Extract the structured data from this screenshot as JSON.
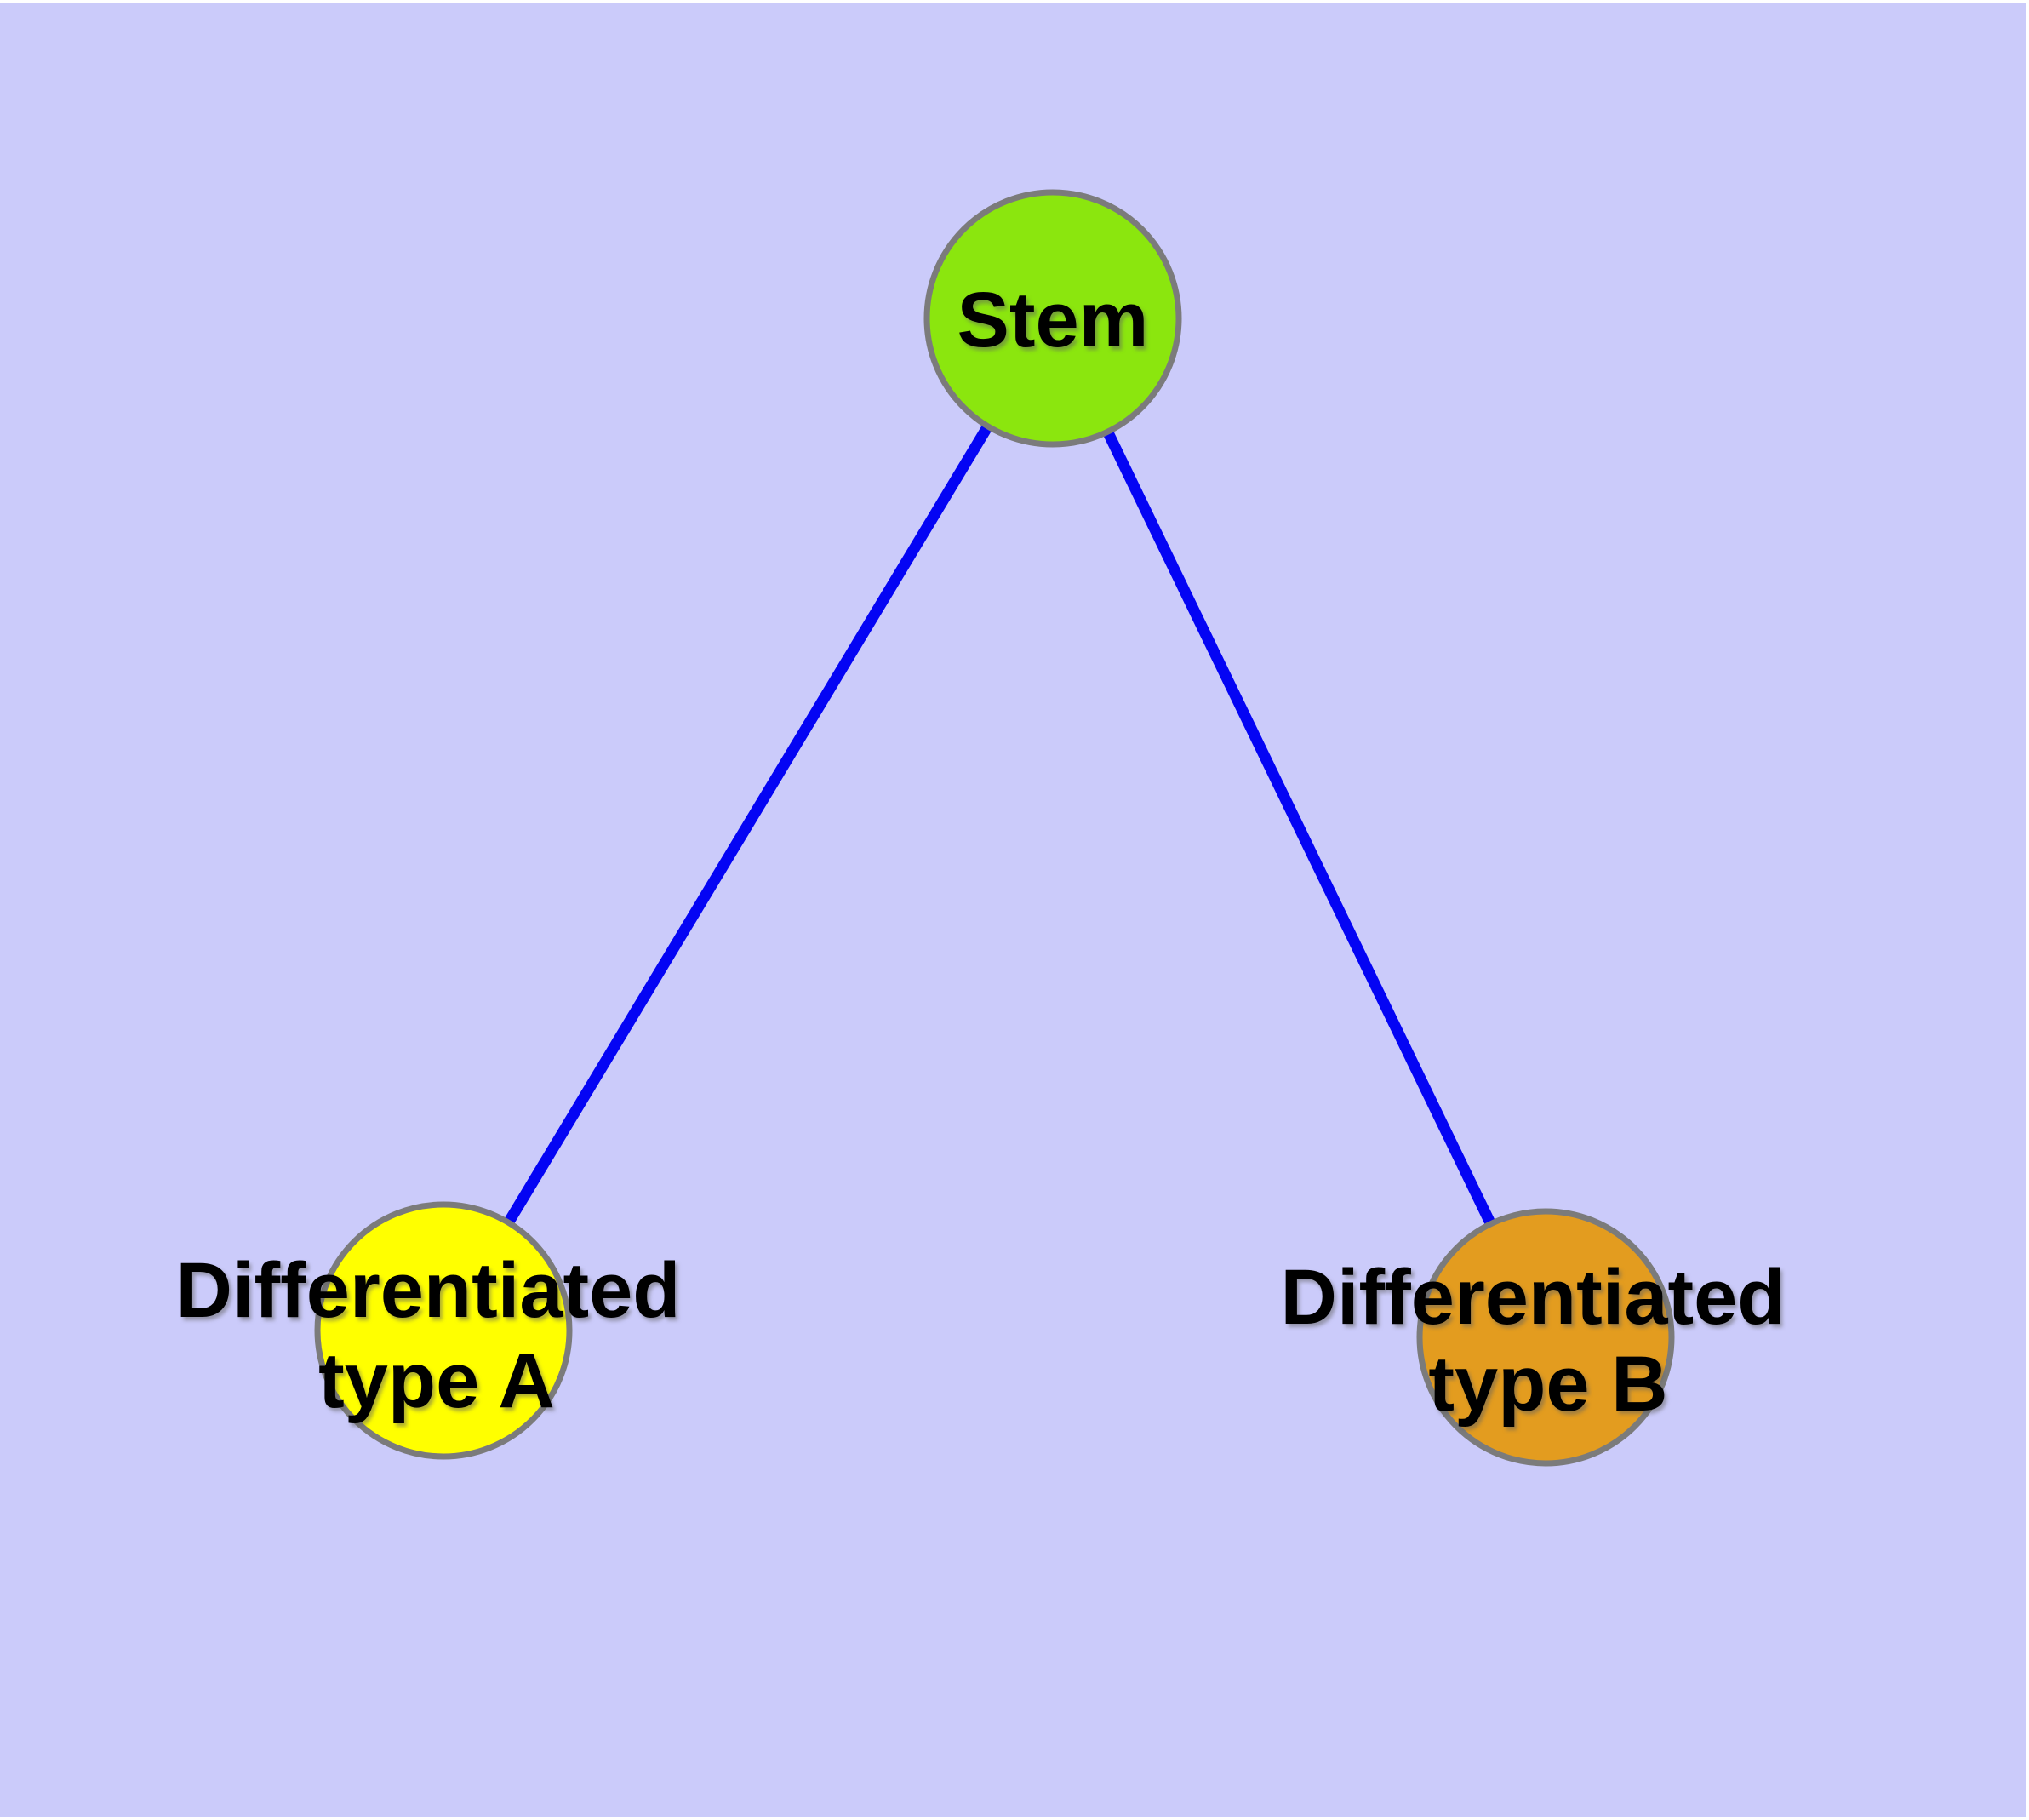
{
  "diagram": {
    "type": "graph",
    "background_color": "#CBCBFA",
    "page_margin_color": "#FFFFFF",
    "node_border_color": "#7B7B7B",
    "edge_color": "#0404F4",
    "label_color": "#000000",
    "nodes": [
      {
        "id": "stem",
        "label": "Stem",
        "fill": "#8BE60E"
      },
      {
        "id": "differentiated-type-a",
        "label_line1": "Differentiated",
        "label_line2": "type A",
        "fill": "#FFFF00"
      },
      {
        "id": "differentiated-type-b",
        "label_line1": "Differentiated",
        "label_line2": "type B",
        "fill": "#E39C1F"
      }
    ],
    "edges": [
      {
        "from": "stem",
        "to": "differentiated-type-a"
      },
      {
        "from": "stem",
        "to": "differentiated-type-b"
      }
    ]
  }
}
